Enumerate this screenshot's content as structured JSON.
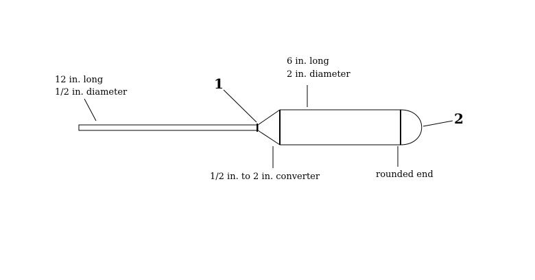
{
  "labels": {
    "tube_length": "12 in. long",
    "tube_diameter": "1/2 in. diameter",
    "cylinder_length": "6 in. long",
    "cylinder_diameter": "2 in. diameter",
    "converter": "1/2 in. to 2 in. converter",
    "rounded_end": "rounded end"
  },
  "callouts": {
    "one": "1",
    "two": "2"
  }
}
